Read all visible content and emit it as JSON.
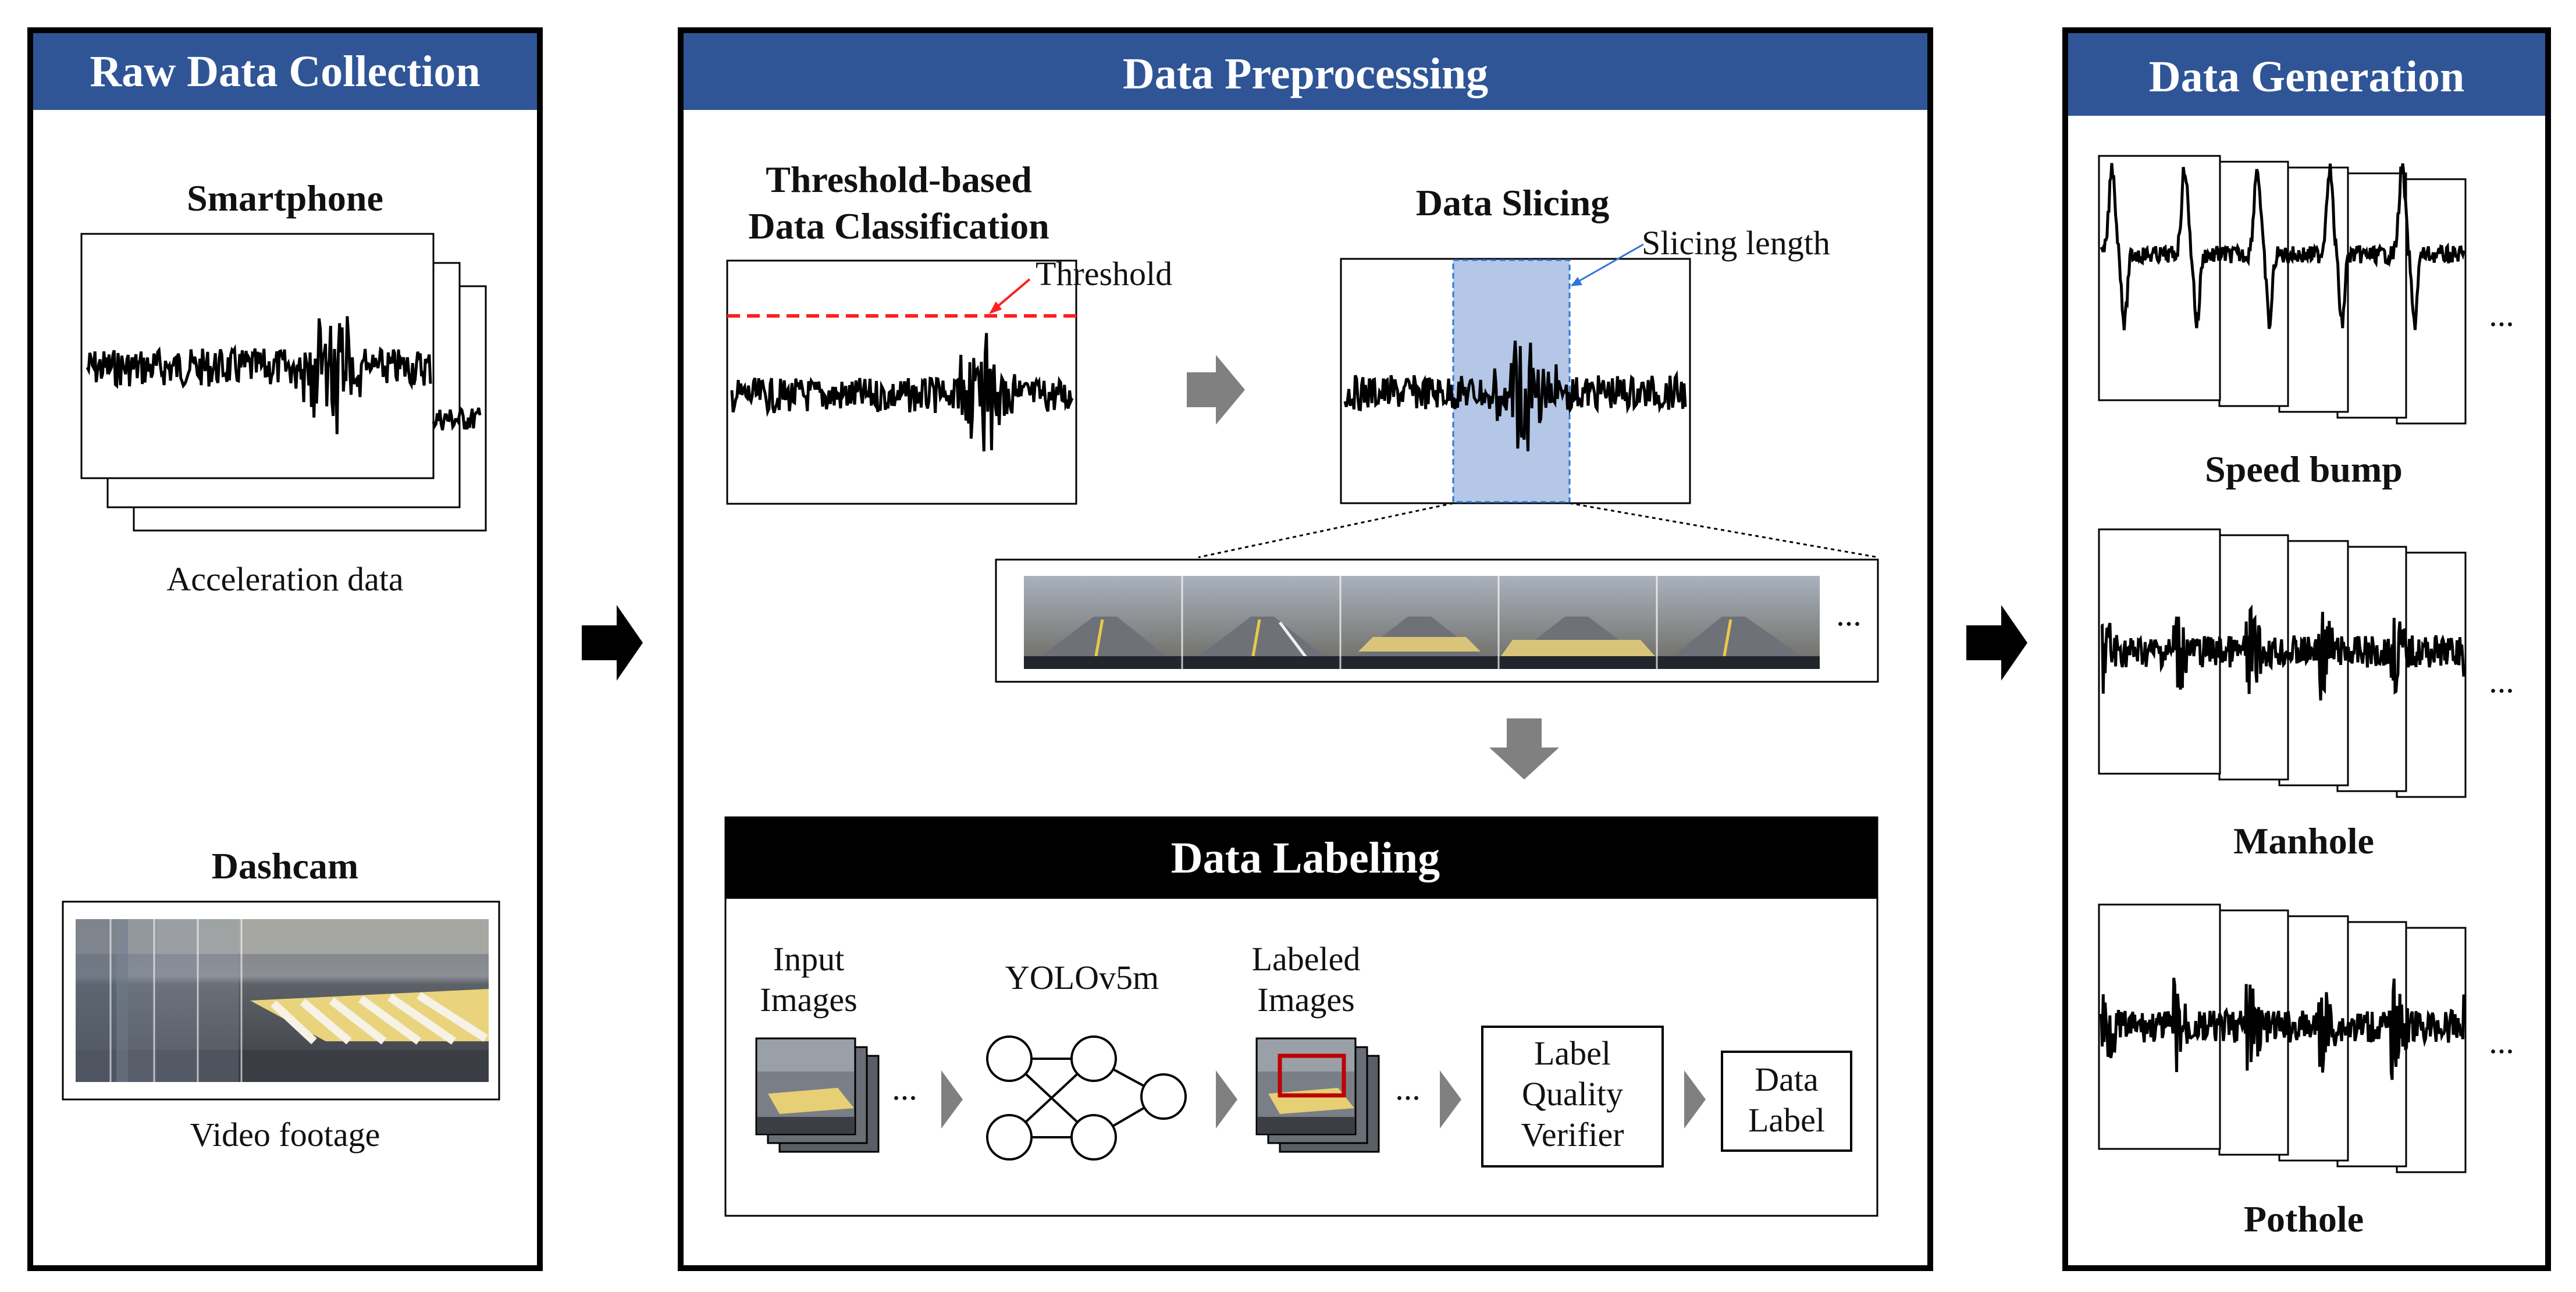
{
  "colors": {
    "header_blue": "#2f5597",
    "header_black": "#000000",
    "slice_fill": "#b4c7e7",
    "slice_border": "#2e75d6",
    "threshold_red": "#ff1f1f",
    "process_arrow": "#808080",
    "main_arrow": "#000000",
    "label_box_red": "#c00000"
  },
  "raw": {
    "title": "Raw Data Collection",
    "smartphone_label": "Smartphone",
    "accel_caption": "Acceleration data",
    "dashcam_label": "Dashcam",
    "video_caption": "Video footage"
  },
  "pre": {
    "title": "Data Preprocessing",
    "threshold_title_line1": "Threshold-based",
    "threshold_title_line2": "Data Classification",
    "threshold_label": "Threshold",
    "slicing_title": "Data Slicing",
    "slicing_length_label": "Slicing length",
    "frames_ellipsis": "...",
    "labeling": {
      "title": "Data Labeling",
      "input_line1": "Input",
      "input_line2": "Images",
      "yolo_label": "YOLOv5m",
      "labeled_line1": "Labeled",
      "labeled_line2": "Images",
      "verifier_line1": "Label",
      "verifier_line2": "Quality",
      "verifier_line3": "Verifier",
      "data_label_line1": "Data",
      "data_label_line2": "Label",
      "ellipsis": "..."
    }
  },
  "gen": {
    "title": "Data Generation",
    "speed_bump": "Speed bump",
    "manhole": "Manhole",
    "pothole": "Pothole",
    "ellipsis": "..."
  }
}
